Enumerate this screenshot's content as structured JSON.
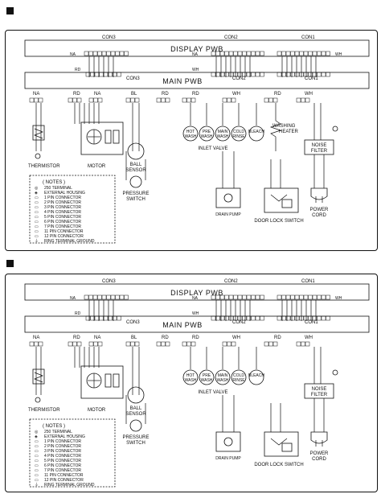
{
  "diagrams": [
    {
      "display_pwb": "DISPLAY PWB",
      "main_pwb": "MAIN PWB",
      "connectors": {
        "con1": "CON1",
        "con2": "CON2",
        "con3": "CON3"
      },
      "wire_labels": {
        "na": "NA",
        "wh": "WH",
        "rd": "RD",
        "bl": "BL"
      },
      "components": {
        "thermistor": "THERMISTOR",
        "motor": "MOTOR",
        "ball_sensor": "BALL SENSOR",
        "pressure_switch": "PRESSURE SWITCH",
        "inlet_valve": "INLET VALVE",
        "washing_heater": "WASHING HEATER",
        "noise_filter": "NOISE FILTER",
        "power_cord": "POWER CORD",
        "door_lock_switch": "DOOR LOCK SWITCH",
        "drain_pump": "DRAIN PUMP"
      },
      "valves": [
        "HOT WASH",
        "PRE WASH",
        "MAIN WASH",
        "COLD RINSE",
        "BLEACH"
      ],
      "notes_title": "NOTES",
      "notes": [
        "250 TERMINAL",
        "EXTERNAL HOUSING",
        "1 PIN CONNECTOR",
        "2 PIN CONNECTOR",
        "3 PIN CONNECTOR",
        "4 PIN CONNECTOR",
        "5 PIN CONNECTOR",
        "6 PIN CONNECTOR",
        "7 PIN CONNECTOR",
        "11 PIN CONNECTOR",
        "12 PIN CONNECTOR",
        "RING TERMINAL GROUND"
      ]
    },
    {
      "display_pwb": "DISPLAY PWB",
      "main_pwb": "MAIN PWB",
      "connectors": {
        "con1": "CON1",
        "con2": "CON2",
        "con3": "CON3"
      },
      "wire_labels": {
        "na": "NA",
        "wh": "WH",
        "rd": "RD",
        "bl": "BL"
      },
      "components": {
        "thermistor": "THERMISTOR",
        "motor": "MOTOR",
        "ball_sensor": "BALL SENSOR",
        "pressure_switch": "PRESSURE SWITCH",
        "inlet_valve": "INLET VALVE",
        "washing_heater": "",
        "noise_filter": "NOISE FILTER",
        "power_cord": "POWER CORD",
        "door_lock_switch": "DOOR LOCK SWITCH",
        "drain_pump": "DRAIN PUMP"
      },
      "valves": [
        "HOT WASH",
        "PRE WASH",
        "MAIN WASH",
        "COLD RINSE",
        "BLEACH"
      ],
      "notes_title": "NOTES",
      "notes": [
        "250 TERMINAL",
        "EXTERNAL HOUSING",
        "1 PIN CONNECTOR",
        "2 PIN CONNECTOR",
        "3 PIN CONNECTOR",
        "4 PIN CONNECTOR",
        "5 PIN CONNECTOR",
        "6 PIN CONNECTOR",
        "7 PIN CONNECTOR",
        "11 PIN CONNECTOR",
        "12 PIN CONNECTOR",
        "RING TERMINAL GROUND"
      ]
    }
  ]
}
